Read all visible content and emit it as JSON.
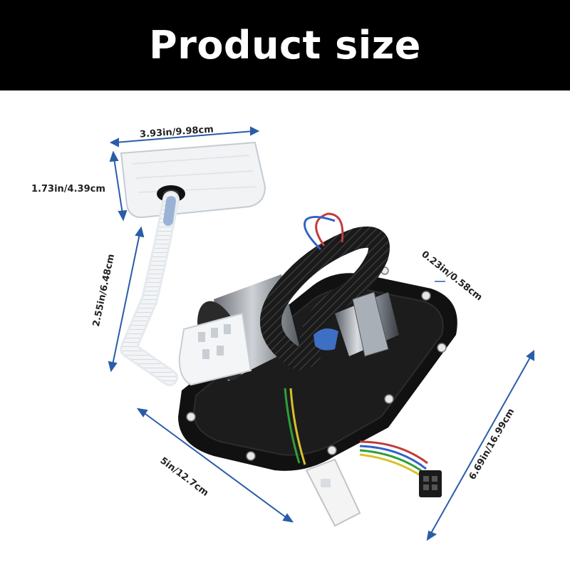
{
  "header": {
    "title": "Product size"
  },
  "dimensions": {
    "filter_width": "3.93in/9.98cm",
    "filter_height": "1.73in/4.39cm",
    "hose_length": "2.55in/6.48cm",
    "bolt_hole": "0.23in/0.58cm",
    "plate_width": "5in/12.7cm",
    "plate_length": "6.69in/16.99cm"
  },
  "colors": {
    "banner_bg": "#000000",
    "banner_text": "#ffffff",
    "arrow": "#2a5da8",
    "plate": "#111111"
  }
}
